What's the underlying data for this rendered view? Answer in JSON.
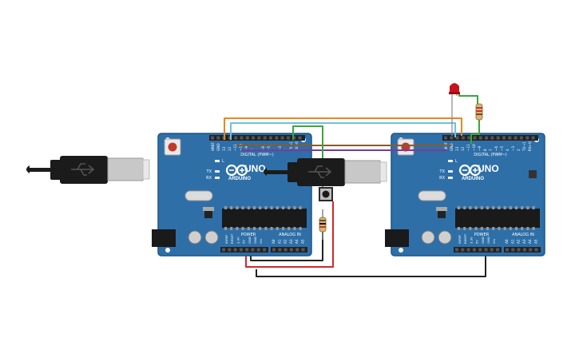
{
  "boards": [
    {
      "brand": "ARDUINO",
      "model": "UNO",
      "digital_header": "DIGITAL (PWM~)",
      "analog_header": "ANALOG IN",
      "power_header": "POWER",
      "aref": "AREF",
      "gnd": "GND",
      "pins_digital": [
        "13",
        "12",
        "~11",
        "~10",
        "~9",
        "8",
        "7",
        "~6",
        "~5",
        "4",
        "~3",
        "2",
        "TX→1",
        "RX←0"
      ],
      "tx": "TX",
      "rx": "RX",
      "l": "L",
      "analog_pins": [
        "A0",
        "A1",
        "A2",
        "A3",
        "A4",
        "A5"
      ],
      "power_pins": [
        "IOREF",
        "RESET",
        "3.3V",
        "5V",
        "GND",
        "GND",
        "Vin"
      ]
    },
    {
      "brand": "ARDUINO",
      "model": "UNO",
      "digital_header": "DIGITAL (PWM~)",
      "analog_header": "ANALOG IN",
      "power_header": "POWER",
      "aref": "AREF",
      "gnd": "GND",
      "pins_digital": [
        "13",
        "12",
        "~11",
        "~10",
        "~9",
        "8",
        "7",
        "~6",
        "~5",
        "4",
        "~3",
        "2",
        "TX→1",
        "RX←0"
      ],
      "tx": "TX",
      "rx": "RX",
      "l": "L",
      "analog_pins": [
        "A0",
        "A1",
        "A2",
        "A3",
        "A4",
        "A5"
      ],
      "power_pins": [
        "IOREF",
        "RESET",
        "3.3V",
        "5V",
        "GND",
        "GND",
        "Vin"
      ]
    }
  ],
  "colors": {
    "board": "#2e6fa8",
    "board_edge": "#1f5584",
    "header": "#222222",
    "usb": "#1b1b1b",
    "usb_metal": "#c8c8c8",
    "wire_orange": "#e8871e",
    "wire_lightblue": "#6fc0dc",
    "wire_brown": "#8a5a2b",
    "wire_purple": "#7a3a9a",
    "wire_green": "#3aa63a",
    "wire_red": "#d0282a",
    "wire_black": "#222222",
    "led": "#c8141c"
  },
  "components": {
    "led": "led-icon",
    "resistor": "resistor-icon",
    "pushbutton": "pushbutton-icon",
    "usb_cable": "usb-cable-icon"
  }
}
